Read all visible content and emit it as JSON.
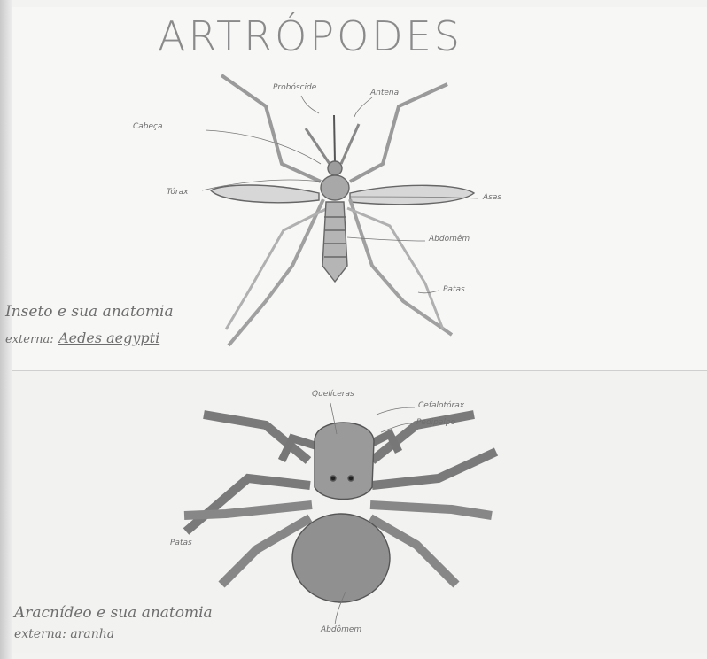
{
  "title": "ARTRÓPODES",
  "mosquito": {
    "labels": {
      "proboscide": "Probóscide",
      "antena": "Antena",
      "cabeca": "Cabeça",
      "torax": "Tórax",
      "asas": "Asas",
      "abdomen": "Abdomêm",
      "patas": "Patas"
    },
    "caption_line1": "Inseto e sua anatomia",
    "caption_line2_prefix": "externa:",
    "caption_species": "Aedes aegypti"
  },
  "spider": {
    "labels": {
      "queliceras": "Quelíceras",
      "cefalotorax": "Cefalotórax",
      "pedipalpo": "Pedipalpo",
      "patas": "Patas",
      "abdomen": "Abdômem"
    },
    "caption_line1": "Aracnídeo e sua anatomia",
    "caption_line2": "externa: aranha"
  }
}
